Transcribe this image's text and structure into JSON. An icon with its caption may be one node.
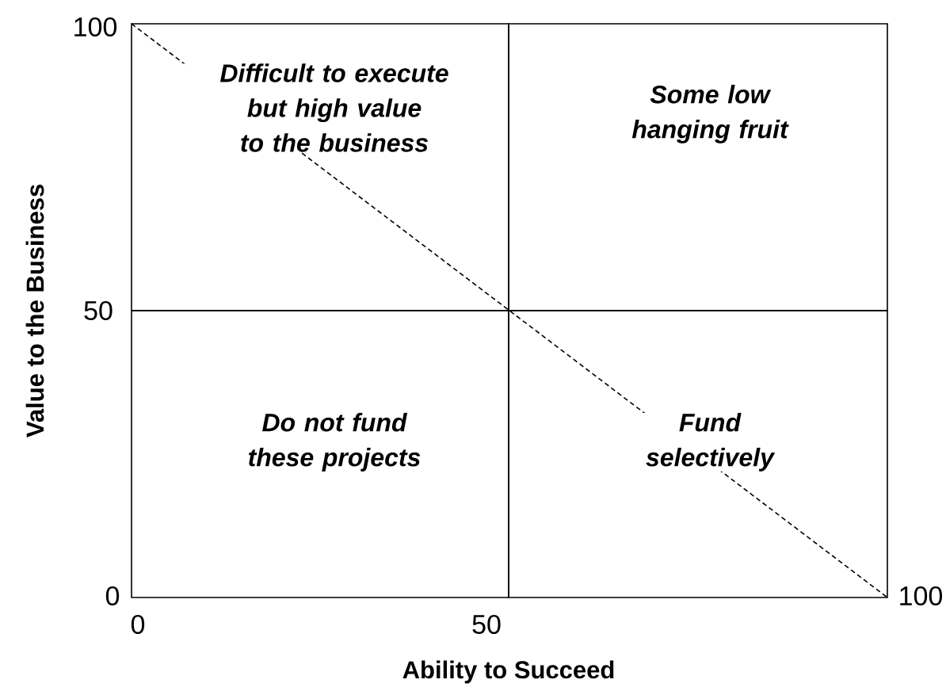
{
  "diagram": {
    "nodes": [
      {
        "text": [
          "Difficult to execute but high value to the business"
        ]
      },
      {
        "text": [
          "Some low hanging fruit"
        ]
      },
      {
        "text": [
          "Do not fund these projects"
        ]
      },
      {
        "text": [
          "Fund selectively"
        ]
      }
    ],
    "labels": [
      "100",
      "Value to the Business",
      "50",
      "0",
      "0",
      "50",
      "100",
      "Ability to Succeed"
    ]
  }
}
